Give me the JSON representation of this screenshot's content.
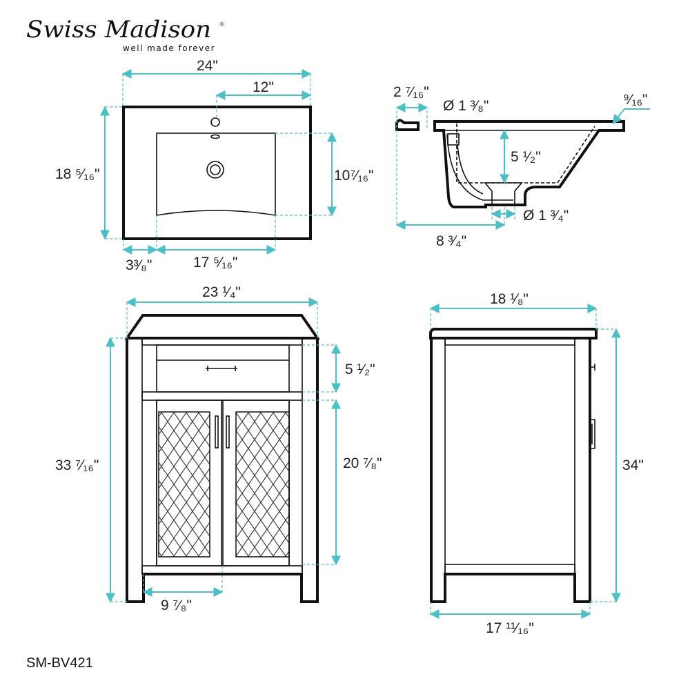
{
  "brand": {
    "name": "Swiss Madison",
    "registered": "®",
    "tagline": "well made forever"
  },
  "model": "SM-BV421",
  "accent_color": "#4bbfc6",
  "top_view": {
    "width": "24\"",
    "faucet_offset": "12\"",
    "depth": "18 ⁵⁄₁₆\"",
    "basin_depth": "10⁷⁄₁₆\"",
    "basin_side_offset": "3³⁄₈\"",
    "basin_width": "17 ⁵⁄₁₆\""
  },
  "section_view": {
    "back_lip": "2 ⁷⁄₁₆\"",
    "faucet_hole": "Ø 1 ³⁄₈\"",
    "top_thickness": "⁹⁄₁₆\"",
    "bowl_depth": "5 ¹⁄₂\"",
    "drain": "Ø 1 ³⁄₄\"",
    "drain_offset": "8 ³⁄₄\""
  },
  "front_view": {
    "width": "23 ¹⁄₄\"",
    "height": "33 ⁷⁄₁₆\"",
    "drawer_height": "5 ¹⁄₂\"",
    "door_height": "20 ⁷⁄₈\"",
    "door_width": "9 ⁷⁄₈\""
  },
  "side_view": {
    "top_depth": "18 ¹⁄₈\"",
    "height": "34\"",
    "base_depth": "17 ¹¹⁄₁₆\""
  }
}
